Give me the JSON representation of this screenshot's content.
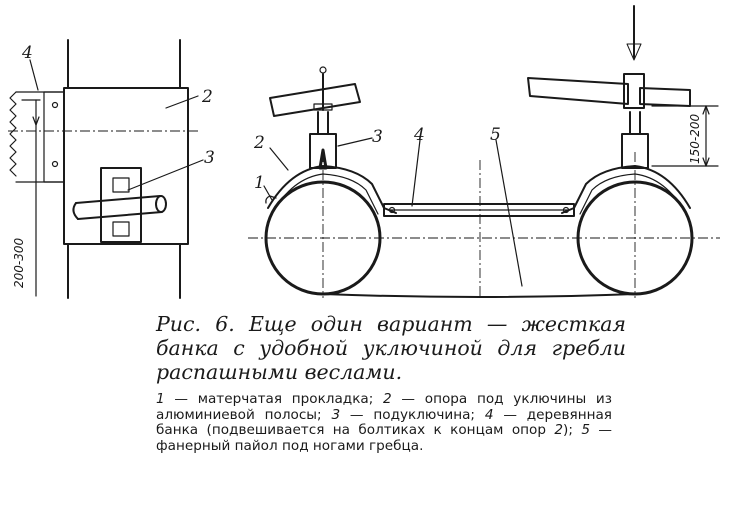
{
  "figure": {
    "plan_view": {
      "labels": [
        "4",
        "2",
        "3"
      ],
      "dimension": "200-300"
    },
    "side_view": {
      "labels": [
        "2",
        "3",
        "4",
        "5",
        "1"
      ],
      "dimension": "150-200"
    }
  },
  "caption": {
    "title": "Рис. 6. Еще один вариант — жесткая банка с удобной уключиной для гребли распашными веслами.",
    "legend": [
      {
        "num": "1",
        "text": " — матерчатая прокладка; "
      },
      {
        "num": "2",
        "text": " — опора под уключины из алюминиевой полосы; "
      },
      {
        "num": "3",
        "text": " — подуключина; "
      },
      {
        "num": "4",
        "text": " — деревянная банка (подвешивается на болтиках к концам опор "
      },
      {
        "num": "2",
        "text": "); "
      },
      {
        "num": "5",
        "text": " — фанерный пайол под ногами гребца."
      }
    ]
  }
}
